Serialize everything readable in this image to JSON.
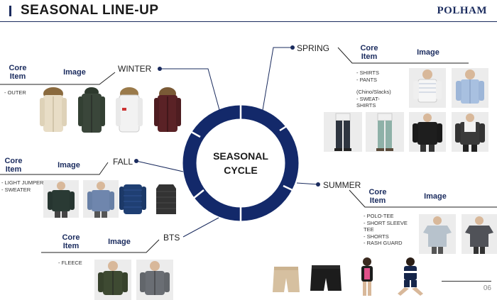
{
  "title": "SEASONAL LINE-UP",
  "brand": "POLHAM",
  "center": {
    "line1": "SEASONAL",
    "line2": "CYCLE"
  },
  "column_headers": {
    "core": "Core Item",
    "image": "Image"
  },
  "seasons": {
    "winter": {
      "name": "WINTER",
      "items": [
        "- OUTER"
      ]
    },
    "fall": {
      "name": "FALL",
      "items": [
        "- LIGHT JUMPER",
        "- SWEATER"
      ]
    },
    "bts": {
      "name": "BTS",
      "items": [
        "- FLEECE"
      ]
    },
    "spring": {
      "name": "SPRING",
      "items": [
        "- SHIRTS",
        "- PANTS",
        "(Chino/Slacks)",
        "- SWEAT-",
        "SHIRTS"
      ]
    },
    "summer": {
      "name": "SUMMER",
      "items": [
        "- POLO-TEE",
        "- SHORT SLEEVE",
        "TEE",
        "- SHORTS",
        "- RASH GUARD"
      ]
    }
  },
  "page_number": "06",
  "colors": {
    "navy": "#1a2b5e"
  }
}
